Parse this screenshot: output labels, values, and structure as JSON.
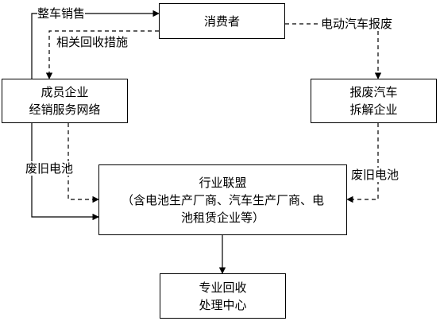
{
  "nodes": {
    "consumer": {
      "lines": [
        "消费者"
      ]
    },
    "member": {
      "lines": [
        "成员企业",
        "经销服务网络"
      ]
    },
    "scrap": {
      "lines": [
        "报废汽车",
        "拆解企业"
      ]
    },
    "alliance": {
      "lines": [
        "行业联盟",
        "（含电池生产厂商、汽车生产厂商、电",
        "池租赁企业等）"
      ]
    },
    "recycle": {
      "lines": [
        "专业回收",
        "处理中心"
      ]
    }
  },
  "edge_labels": {
    "vehicle_sales": "整车销售",
    "recycle_measures": "相关回收措施",
    "ev_scrap": "电动汽车报废",
    "waste_battery_left": "废旧电池",
    "waste_battery_right": "废旧电池"
  },
  "colors": {
    "line": "#000000",
    "background": "#ffffff"
  }
}
